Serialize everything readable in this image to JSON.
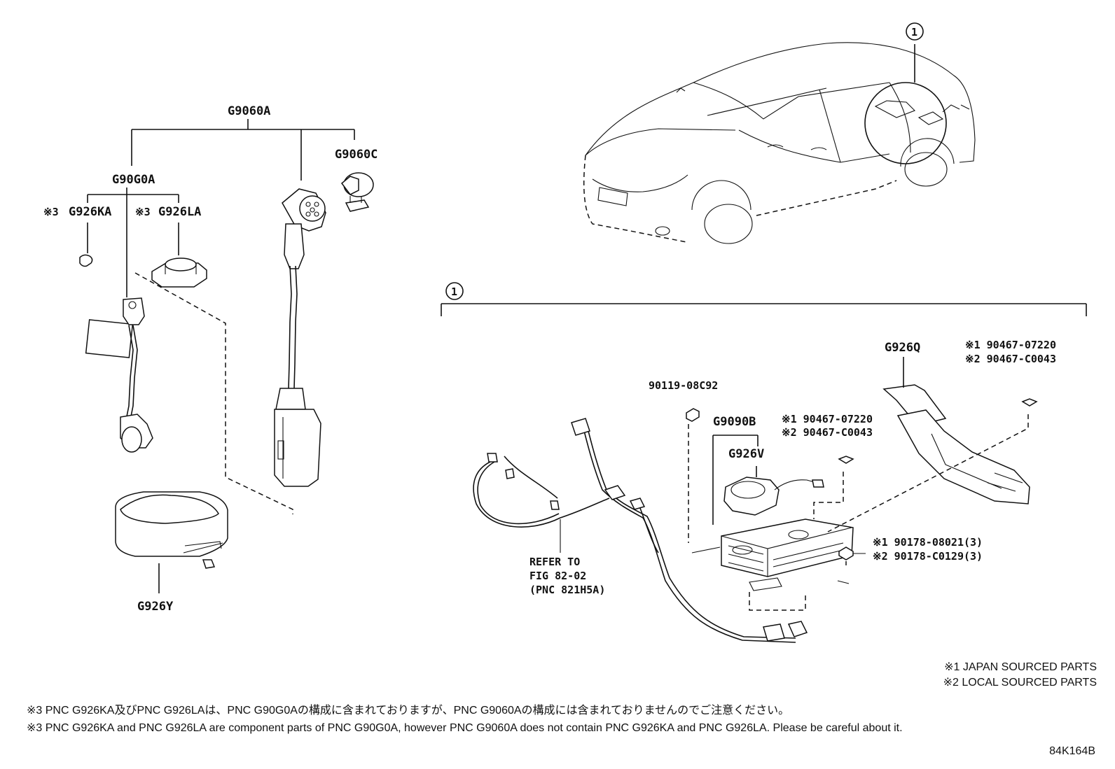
{
  "callout_number": "1",
  "part_labels": {
    "g9060a": "G9060A",
    "g90g0a": "G90G0A",
    "g9060c": "G9060C",
    "g926ka_mark": "※3",
    "g926ka": "G926KA",
    "g926la_mark": "※3",
    "g926la": "G926LA",
    "g926y": "G926Y",
    "g926q": "G926Q",
    "g9090b": "G9090B",
    "g926v": "G926V",
    "p90119": "90119-08C92",
    "p90467_a1": "※1 90467-07220",
    "p90467_a2": "※2 90467-C0043",
    "p90467_b1": "※1 90467-07220",
    "p90467_b2": "※2 90467-C0043",
    "p90178_1": "※1 90178-08021(3)",
    "p90178_2": "※2 90178-C0129(3)"
  },
  "refer": {
    "line1": "REFER TO",
    "line2": "FIG 82-02",
    "line3": "(PNC 821H5A)"
  },
  "legend": {
    "japan": "※1 JAPAN SOURCED PARTS",
    "local": "※2 LOCAL SOURCED PARTS"
  },
  "footnotes": {
    "jp": "※3 PNC G926KA及びPNC G926LAは、PNC G90G0Aの構成に含まれておりますが、PNC G9060Aの構成には含まれておりませんのでご注意ください。",
    "en": "※3 PNC G926KA and PNC G926LA are component parts of PNC G90G0A, however PNC G9060A does not contain PNC G926KA and PNC G926LA. Please be careful about it."
  },
  "figure_code": "84K164B"
}
